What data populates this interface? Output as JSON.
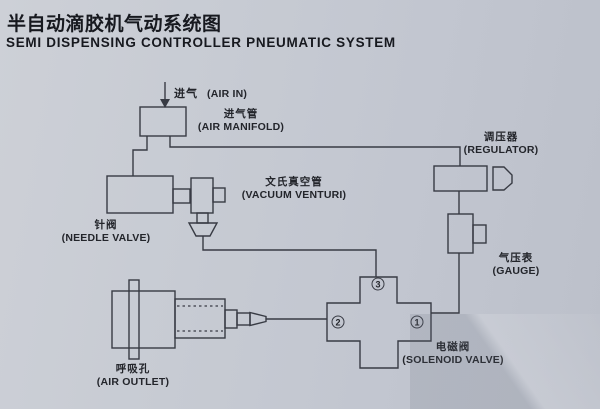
{
  "title": {
    "zh": "半自动滴胶机气动系统图",
    "en": "SEMI DISPENSING CONTROLLER PNEUMATIC SYSTEM"
  },
  "labels": {
    "air_in": {
      "zh": "进气",
      "en": "(AIR IN)"
    },
    "air_manifold": {
      "zh": "进气管",
      "en": "(AIR MANIFOLD)"
    },
    "regulator": {
      "zh": "调压器",
      "en": "(REGULATOR)"
    },
    "vacuum_venturi": {
      "zh": "文氏真空管",
      "en": "(VACUUM VENTURI)"
    },
    "needle_valve": {
      "zh": "针阀",
      "en": "(NEEDLE VALVE)"
    },
    "gauge": {
      "zh": "气压表",
      "en": "(GAUGE)"
    },
    "air_outlet": {
      "zh": "呼吸孔",
      "en": "(AIR OUTLET)"
    },
    "solenoid_valve": {
      "zh": "电磁阀",
      "en": "(SOLENOID VALVE)"
    }
  },
  "ports": {
    "port1": "1",
    "port2": "2",
    "port3": "3"
  },
  "colors": {
    "line": "#383b44",
    "text": "#23252b",
    "paper": "#c6cad2"
  }
}
